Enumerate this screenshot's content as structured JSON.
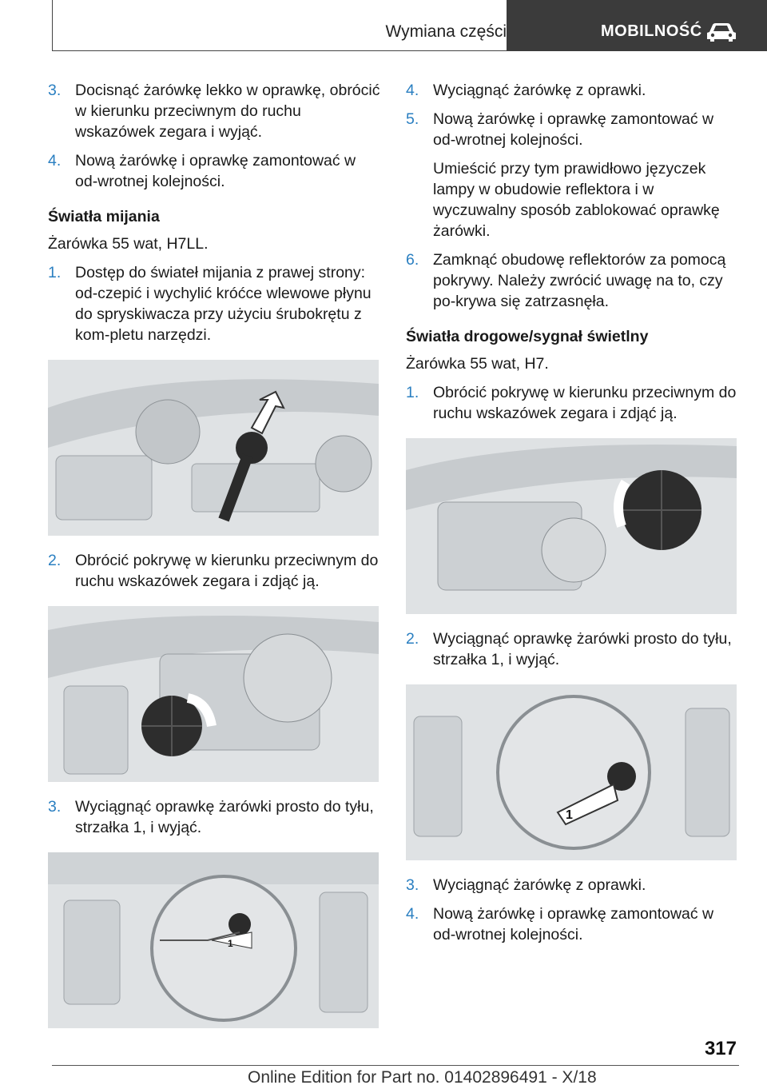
{
  "header": {
    "section": "Wymiana części",
    "chapter": "MOBILNOŚĆ",
    "chapter_icon": "car-icon"
  },
  "left": {
    "step3_num": "3.",
    "step3": "Docisnąć żarówkę lekko w oprawkę, obrócić w kierunku przeciwnym do ruchu wskazówek zegara i wyjąć.",
    "step4_num": "4.",
    "step4": "Nową żarówkę i oprawkę zamontować w od‐wrotnej kolejności.",
    "heading": "Światła mijania",
    "bulb": "Żarówka 55 wat, H7LL.",
    "s1_num": "1.",
    "s1": "Dostęp do świateł mijania z prawej strony: od‐czepić i wychylić króćce wlewowe płynu do spryskiwacza przy użyciu śrubokrętu z kom‐pletu narzędzi.",
    "s2_num": "2.",
    "s2": "Obrócić pokrywę w kierunku przeciwnym do ruchu wskazówek zegara i zdjąć ją.",
    "s3_num": "3.",
    "s3": "Wyciągnąć oprawkę żarówki prosto do tyłu, strzałka 1, i wyjąć.",
    "img3_label": "1"
  },
  "right": {
    "s4_num": "4.",
    "s4": "Wyciągnąć żarówkę z oprawki.",
    "s5_num": "5.",
    "s5": "Nową żarówkę i oprawkę zamontować w od‐wrotnej kolejności.",
    "s5_note": "Umieścić przy tym prawidłowo języczek lampy w obudowie reflektora i w wyczuwalny sposób zablokować oprawkę żarówki.",
    "s6_num": "6.",
    "s6": "Zamknąć obudowę reflektorów za pomocą pokrywy. Należy zwrócić uwagę na to, czy po‐krywa się zatrzasnęła.",
    "heading": "Światła drogowe/sygnał świetlny",
    "bulb": "Żarówka 55 wat, H7.",
    "d1_num": "1.",
    "d1": "Obrócić pokrywę w kierunku przeciwnym do ruchu wskazówek zegara i zdjąć ją.",
    "d2_num": "2.",
    "d2": "Wyciągnąć oprawkę żarówki prosto do tyłu, strzałka 1, i wyjąć.",
    "img2_label": "1",
    "d3_num": "3.",
    "d3": "Wyciągnąć żarówkę z oprawki.",
    "d4_num": "4.",
    "d4": "Nową żarówkę i oprawkę zamontować w od‐wrotnej kolejności."
  },
  "footer": {
    "page_number": "317",
    "edition": "Online Edition for Part no. 01402896491 - X/18"
  }
}
